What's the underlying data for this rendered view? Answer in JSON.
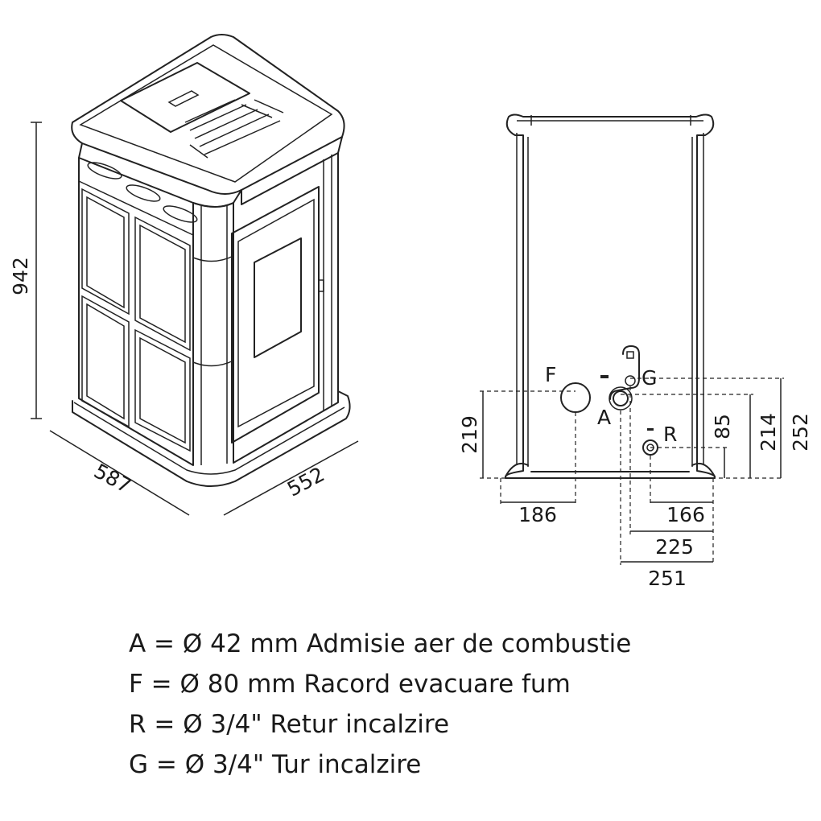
{
  "perspective_dimensions": {
    "height": "942",
    "depth": "587",
    "width": "552"
  },
  "back_view": {
    "connection_labels": {
      "F": "F",
      "A": "A",
      "G": "G",
      "R": "R"
    },
    "dimensions": {
      "f_height": "219",
      "r_height": "85",
      "a_height": "214",
      "g_height": "252",
      "f_offset": "186",
      "r_offset": "166",
      "a_offset": "225",
      "g_offset": "251"
    }
  },
  "legend": [
    "A = Ø 42 mm Admisie aer de combustie",
    "F = Ø 80 mm Racord evacuare fum",
    "R = Ø 3/4\" Retur incalzire",
    "G = Ø 3/4\" Tur incalzire"
  ]
}
